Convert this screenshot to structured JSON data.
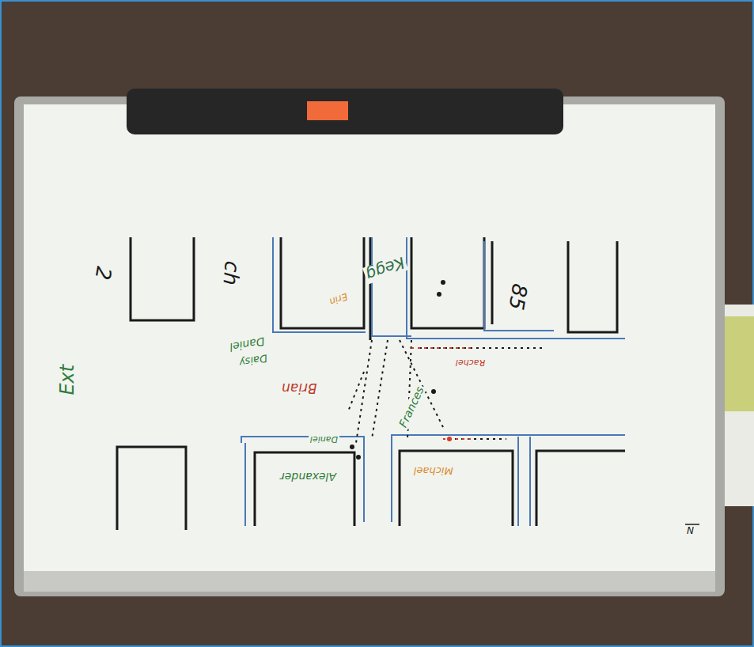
{
  "diagram": {
    "labels": [
      "Ext",
      "2",
      "ch",
      "Kegg",
      "Erin",
      "85",
      "Daniel",
      "Daisy",
      "Brian",
      "Frances",
      "Rachel",
      "Daniel",
      "Alexander",
      "Michael",
      "N"
    ]
  }
}
